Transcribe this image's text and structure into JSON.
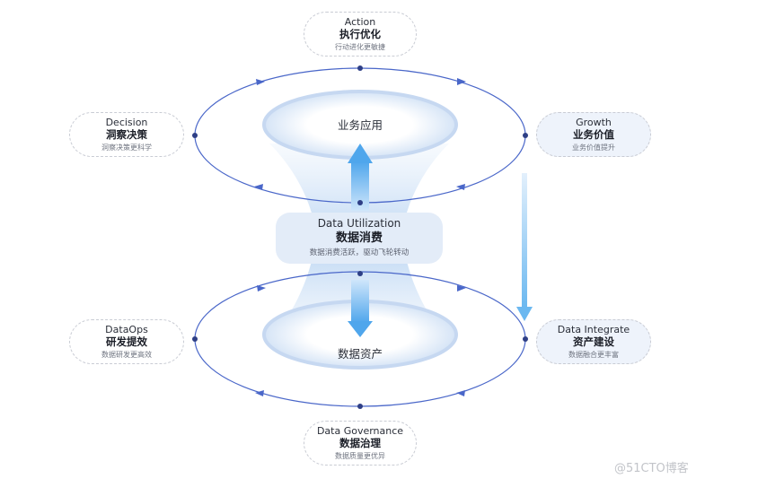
{
  "top_ring": {
    "label": "业务应用"
  },
  "bottom_ring": {
    "label": "数据资产"
  },
  "center": {
    "en": "Data Utilization",
    "zh": "数据消费",
    "sub": "数据消费活跃，驱动飞轮转动"
  },
  "nodes": {
    "action": {
      "en": "Action",
      "zh": "执行优化",
      "sub": "行动进化更敏捷"
    },
    "decision": {
      "en": "Decision",
      "zh": "洞察决策",
      "sub": "洞察决策更科学"
    },
    "growth": {
      "en": "Growth",
      "zh": "业务价值",
      "sub": "业务价值提升"
    },
    "dataops": {
      "en": "DataOps",
      "zh": "研发提效",
      "sub": "数据研发更高效"
    },
    "integrate": {
      "en": "Data Integrate",
      "zh": "资产建设",
      "sub": "数据融合更丰富"
    },
    "governance": {
      "en": "Data Governance",
      "zh": "数据治理",
      "sub": "数据质量更优异"
    }
  },
  "watermark": "@51CTO博客",
  "colors": {
    "ring_stroke": "#4a67c9",
    "dot": "#2e3f86",
    "arrow_blue": "#5aaeee",
    "funnel": "#bcd6f3"
  }
}
